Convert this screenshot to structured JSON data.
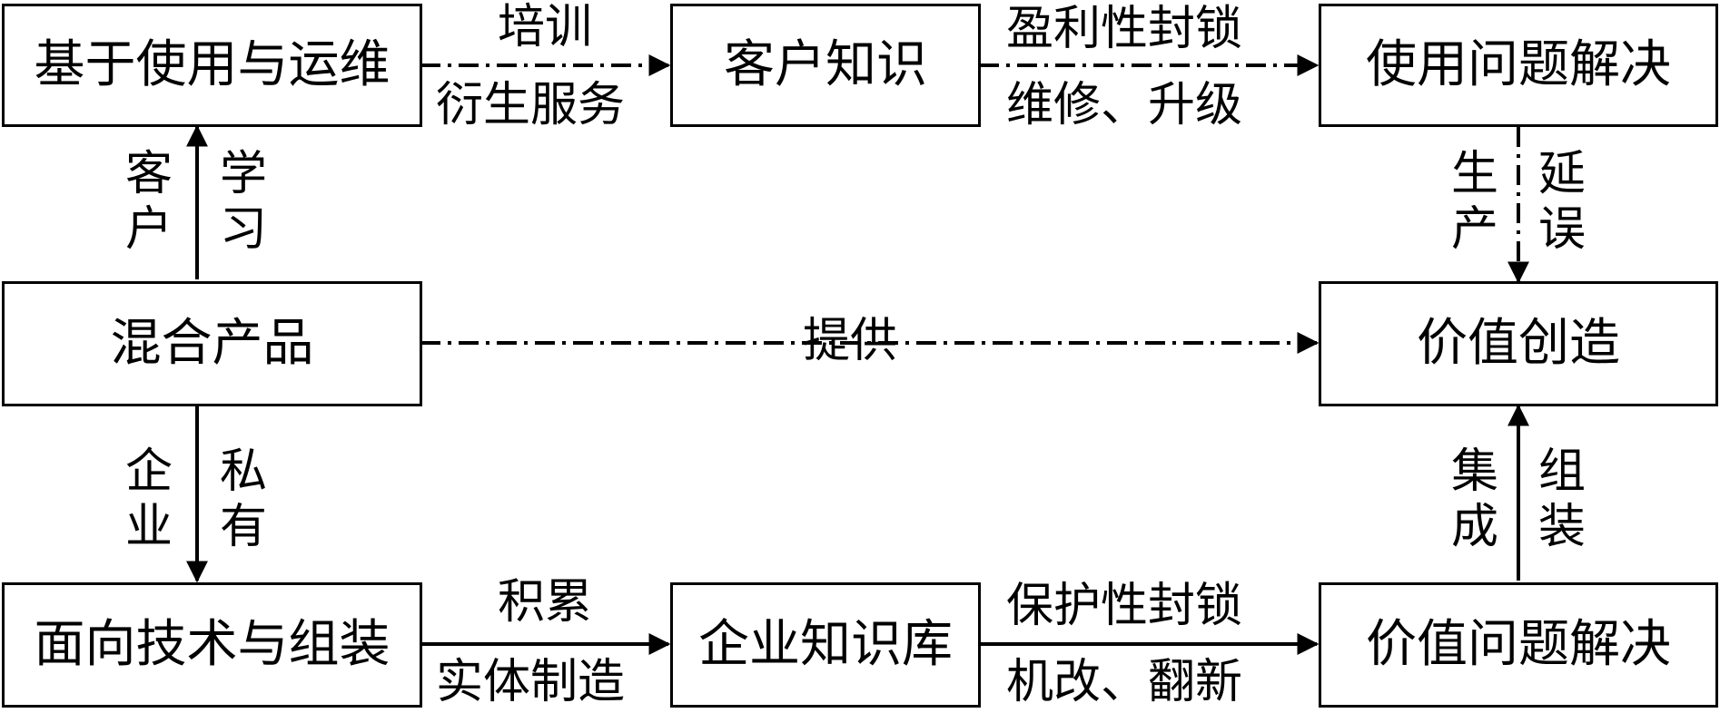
{
  "boxes": {
    "use_ops": "基于使用与运维",
    "customer_knowledge": "客户知识",
    "use_solution": "使用问题解决",
    "hybrid_product": "混合产品",
    "value_creation": "价值创造",
    "tech_assembly": "面向技术与组装",
    "enterprise_kb": "企业知识库",
    "value_solution": "价值问题解决"
  },
  "edge_labels": {
    "training": "培训",
    "derived_services": "衍生服务",
    "profit_lock": "盈利性封锁",
    "repair_upgrade": "维修、升级",
    "customer": "客\n户",
    "learning": "学\n习",
    "production": "生\n产",
    "delay": "延\n误",
    "provide": "提供",
    "enterprise": "企\n业",
    "private": "私\n有",
    "integration": "集\n成",
    "assembly": "组\n装",
    "accumulate": "积累",
    "physical_mfg": "实体制造",
    "protective_lock": "保护性封锁",
    "retrofit_refurbish": "机改、翻新"
  }
}
